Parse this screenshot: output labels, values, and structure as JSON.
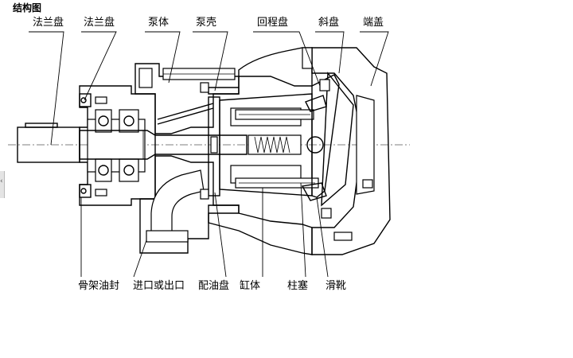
{
  "title": "结构图",
  "labels": {
    "top": [
      "法兰盘",
      "法兰盘",
      "泵体",
      "泵壳",
      "回程盘",
      "斜盘",
      "端盖"
    ],
    "bottom": [
      "骨架油封",
      "进口或出口",
      "配油盘",
      "缸体",
      "柱塞",
      "滑靴"
    ]
  },
  "colors": {
    "ink": "#000000",
    "background": "#ffffff"
  }
}
